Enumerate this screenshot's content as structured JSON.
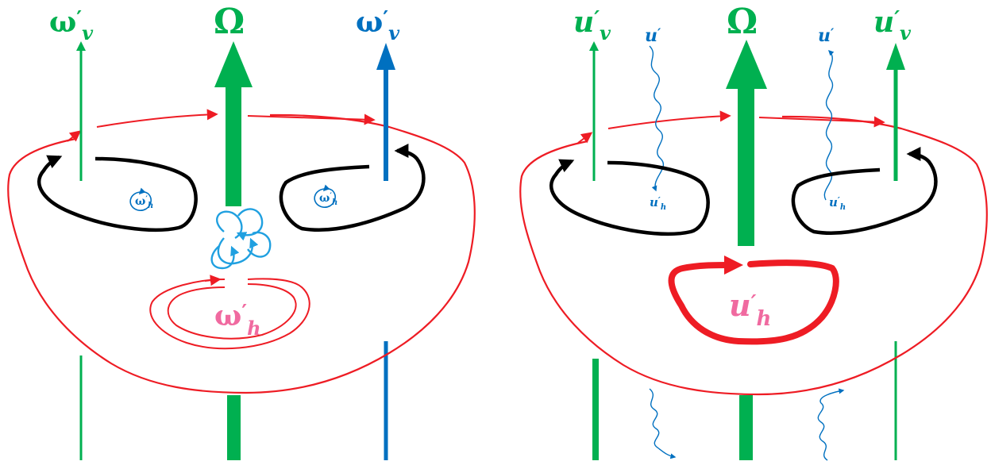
{
  "colors": {
    "green": "#00b050",
    "blue": "#0070c0",
    "lightblue": "#20a0e0",
    "red": "#ee1c24",
    "pink": "#f06aa0",
    "black": "#000000"
  },
  "left_panel": {
    "omega_big": "Ω",
    "omega_v_left": {
      "base": "ω",
      "prime": "′",
      "sub": "v"
    },
    "omega_v_right": {
      "base": "ω",
      "prime": "′",
      "sub": "v"
    },
    "omega_h_small_left": {
      "base": "ω",
      "prime": "′",
      "sub": "h"
    },
    "omega_h_small_right": {
      "base": "ω",
      "prime": "′",
      "sub": "h"
    },
    "omega_h_big": {
      "base": "ω",
      "prime": "′",
      "sub": "h"
    }
  },
  "right_panel": {
    "omega_big": "Ω",
    "u_v_left": {
      "base": "u",
      "prime": "′",
      "sub": "v"
    },
    "u_v_right": {
      "base": "u",
      "prime": "′",
      "sub": "v"
    },
    "u_prime_left": {
      "base": "u",
      "prime": "′"
    },
    "u_prime_right": {
      "base": "u",
      "prime": "′"
    },
    "u_h_small_left": {
      "base": "u",
      "prime": "′",
      "sub": "h"
    },
    "u_h_small_right": {
      "base": "u",
      "prime": "′",
      "sub": "h"
    },
    "u_h_big": {
      "base": "u",
      "prime": "′",
      "sub": "h"
    }
  }
}
